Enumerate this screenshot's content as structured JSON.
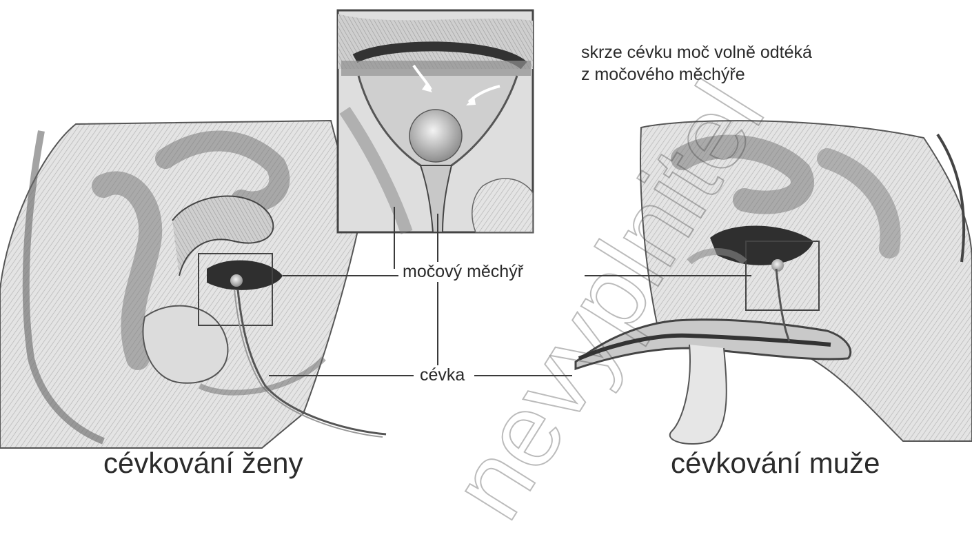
{
  "description": {
    "line1": "skrze cévku moč volně odtéká",
    "line2": "z močového měchýře"
  },
  "labels": {
    "bladder": "močový měchýř",
    "urethra": "cévka"
  },
  "titles": {
    "female": "cévkování ženy",
    "male": "cévkování muže"
  },
  "watermark": "nevyplnitel",
  "colors": {
    "line": "#3a3a3a",
    "tissue": "#d6d6d6",
    "tissue_dark": "#8a8a8a"
  }
}
